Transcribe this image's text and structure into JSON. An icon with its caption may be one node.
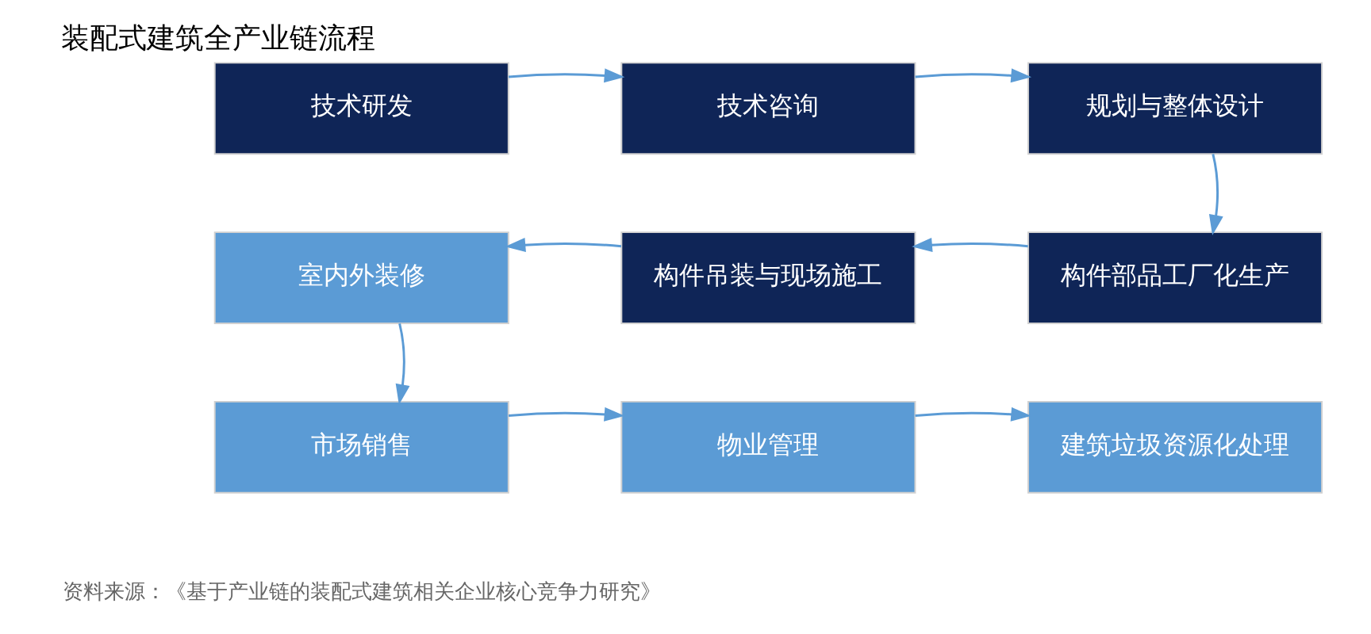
{
  "diagram": {
    "title": "装配式建筑全产业链流程",
    "caption": "资料来源：《基于产业链的装配式建筑相关企业核心竞争力研究》",
    "nodes": [
      {
        "text": [
          "技术研发"
        ]
      },
      {
        "text": [
          "技术咨询"
        ]
      },
      {
        "text": [
          "规划与整体设计"
        ]
      },
      {
        "text": [
          "构件部品工厂化生产"
        ]
      },
      {
        "text": [
          "构件吊装与现场施工"
        ]
      },
      {
        "text": [
          "室内外装修"
        ]
      },
      {
        "text": [
          "市场销售"
        ]
      },
      {
        "text": [
          "物业管理"
        ]
      },
      {
        "text": [
          "建筑垃圾资源化处理"
        ]
      }
    ],
    "edges": [
      {
        "from": 0,
        "to": 1,
        "arrow": "to"
      },
      {
        "from": 1,
        "to": 2,
        "arrow": "to"
      },
      {
        "from": 2,
        "to": 3,
        "arrow": "to"
      },
      {
        "from": 3,
        "to": 4,
        "arrow": "to"
      },
      {
        "from": 4,
        "to": 5,
        "arrow": "to"
      },
      {
        "from": 5,
        "to": 6,
        "arrow": "to"
      },
      {
        "from": 6,
        "to": 7,
        "arrow": "to"
      },
      {
        "from": 7,
        "to": 8,
        "arrow": "to"
      }
    ]
  }
}
